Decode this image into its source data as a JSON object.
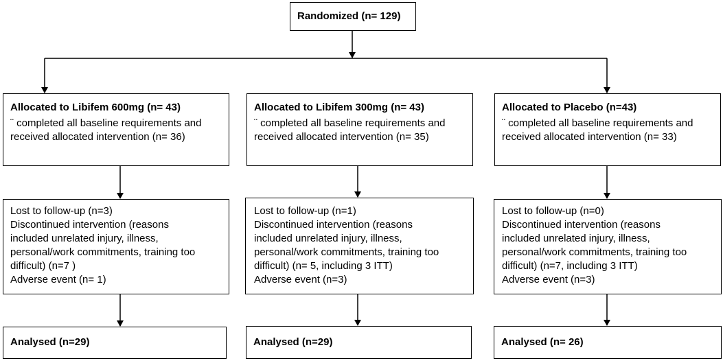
{
  "randomized": {
    "label": "Randomized (n= 129)"
  },
  "arms": [
    {
      "allocation": {
        "title": "Allocated to Libifem 600mg (n= 43)",
        "lines": [
          "¨ completed all baseline requirements and",
          "received allocated intervention  (n= 36)"
        ]
      },
      "followup": {
        "lines": [
          "Lost to follow-up (n=3)",
          "Discontinued intervention (reasons",
          "included unrelated injury, illness,",
          "personal/work commitments, training too",
          "difficult) (n=7 )",
          "Adverse event  (n= 1)"
        ]
      },
      "analysed": {
        "label": "Analysed   (n=29)"
      }
    },
    {
      "allocation": {
        "title": "Allocated to Libifem 300mg (n= 43)",
        "lines": [
          "¨ completed all baseline requirements and",
          "received allocated intervention  (n= 35)"
        ]
      },
      "followup": {
        "lines": [
          "Lost to follow-up (n=1)",
          "Discontinued intervention (reasons",
          "included unrelated injury, illness,",
          "personal/work commitments, training too",
          "difficult) (n= 5, including 3 ITT)",
          "Adverse event  (n=3)"
        ]
      },
      "analysed": {
        "label": "Analysed   (n=29)"
      }
    },
    {
      "allocation": {
        "title": "Allocated to Placebo (n=43)",
        "lines": [
          "¨ completed all baseline requirements and",
          "received allocated intervention  (n= 33)"
        ]
      },
      "followup": {
        "lines": [
          "Lost to follow-up (n=0)",
          "Discontinued intervention (reasons",
          "included unrelated injury, illness,",
          "personal/work commitments, training too",
          "difficult) (n=7, including 3 ITT)",
          "Adverse event  (n=3)"
        ]
      },
      "analysed": {
        "label": "Analysed   (n= 26)"
      }
    }
  ]
}
